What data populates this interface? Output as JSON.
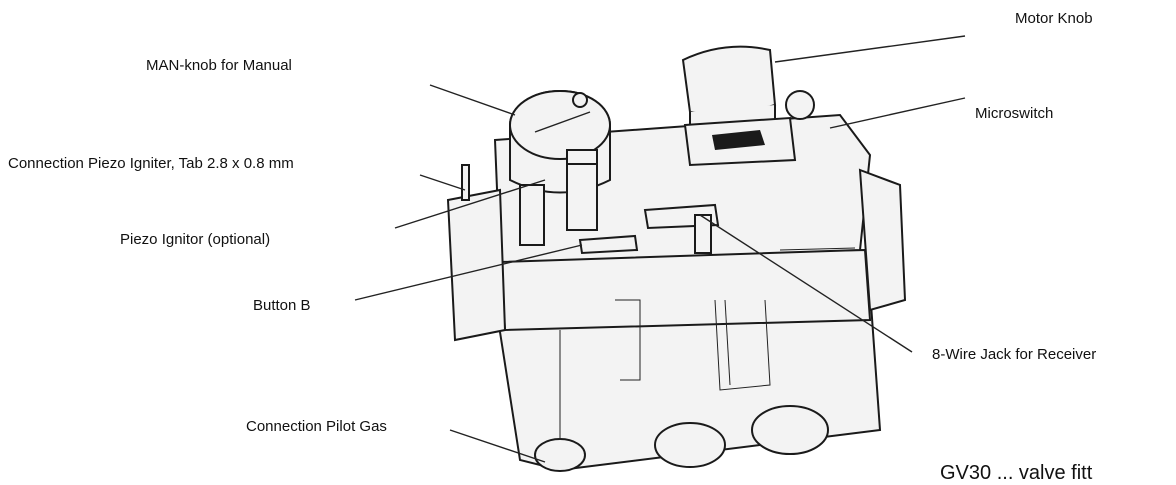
{
  "labels": {
    "motor_knob": "Motor Knob",
    "man_knob": "MAN-knob for Manual",
    "microswitch": "Microswitch",
    "piezo_connection": "Connection Piezo Igniter, Tab 2.8 x 0.8 mm",
    "piezo_ignitor": "Piezo Ignitor (optional)",
    "button_b": "Button B",
    "eight_wire_jack": "8-Wire Jack for Receiver",
    "pilot_gas": "Connection Pilot Gas"
  },
  "caption": "GV30 ... valve fitt"
}
